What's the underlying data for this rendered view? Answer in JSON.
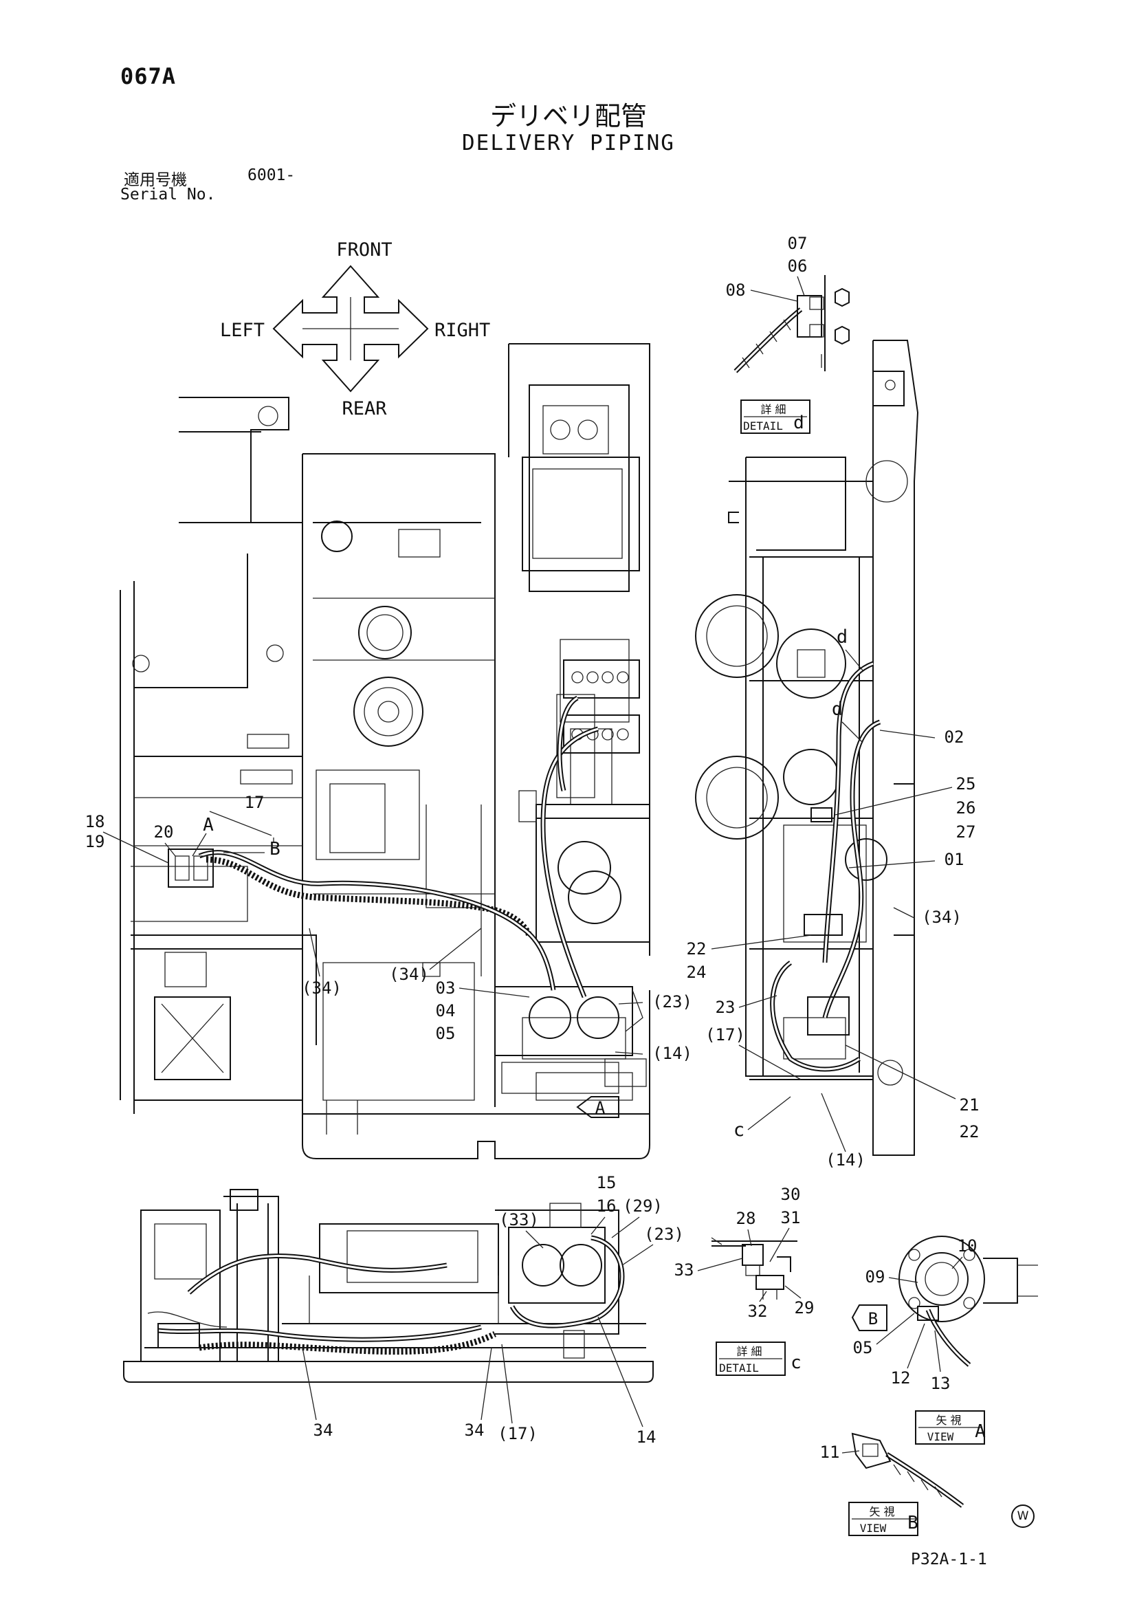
{
  "header": {
    "page_code": "067A",
    "title_jp": "デリベリ配管",
    "title_en": "DELIVERY PIPING",
    "serial_label_jp": "適用号機",
    "serial_value": "6001-",
    "serial_label_en": "Serial No."
  },
  "compass": {
    "front": "FRONT",
    "rear": "REAR",
    "left": "LEFT",
    "right": "RIGHT"
  },
  "detail_boxes": {
    "d": {
      "jp": "詳 細",
      "en": "DETAIL",
      "letter": "d"
    },
    "c": {
      "jp": "詳 細",
      "en": "DETAIL",
      "letter": "c"
    },
    "view_a": {
      "jp": "矢 視",
      "en": "VIEW",
      "letter": "A"
    },
    "view_b": {
      "jp": "矢 視",
      "en": "VIEW",
      "letter": "B"
    }
  },
  "callouts": {
    "c07": "07",
    "c06": "06",
    "c08": "08",
    "c02": "02",
    "c25": "25",
    "c26": "26",
    "c27": "27",
    "c01": "01",
    "c34_right": "(34)",
    "c22_right": "22",
    "c24": "24",
    "c23_right": "23",
    "c17_right": "(17)",
    "c21": "21",
    "c22_bottom": "22",
    "c_letter": "c",
    "c14_right": "(14)",
    "d_top": "d",
    "d_mid": "d",
    "c18": "18",
    "c19": "19",
    "c20": "20",
    "A": "A",
    "B": "B",
    "c17_main": "17",
    "c34_left": "(34)",
    "c34_mid": "(34)",
    "c03": "03",
    "c04": "04",
    "c05": "05",
    "c23_main": "(23)",
    "c14_main": "(14)",
    "view_arrow_a": "A",
    "c15": "15",
    "c16": "16",
    "c29_side": "(29)",
    "c33_side": "(33)",
    "c23_side": "(23)",
    "c34_side_1": "34",
    "c34_side_2": "34",
    "c17_side": "(17)",
    "c14_side": "14",
    "c30": "30",
    "c31": "31",
    "c28": "28",
    "c33": "33",
    "c32": "32",
    "c29": "29",
    "c10": "10",
    "c09": "09",
    "view_arrow_b": "B",
    "c05_view": "05",
    "c12": "12",
    "c13": "13",
    "c11": "11"
  },
  "footer": {
    "code": "P32A-1-1",
    "mark": "W"
  }
}
